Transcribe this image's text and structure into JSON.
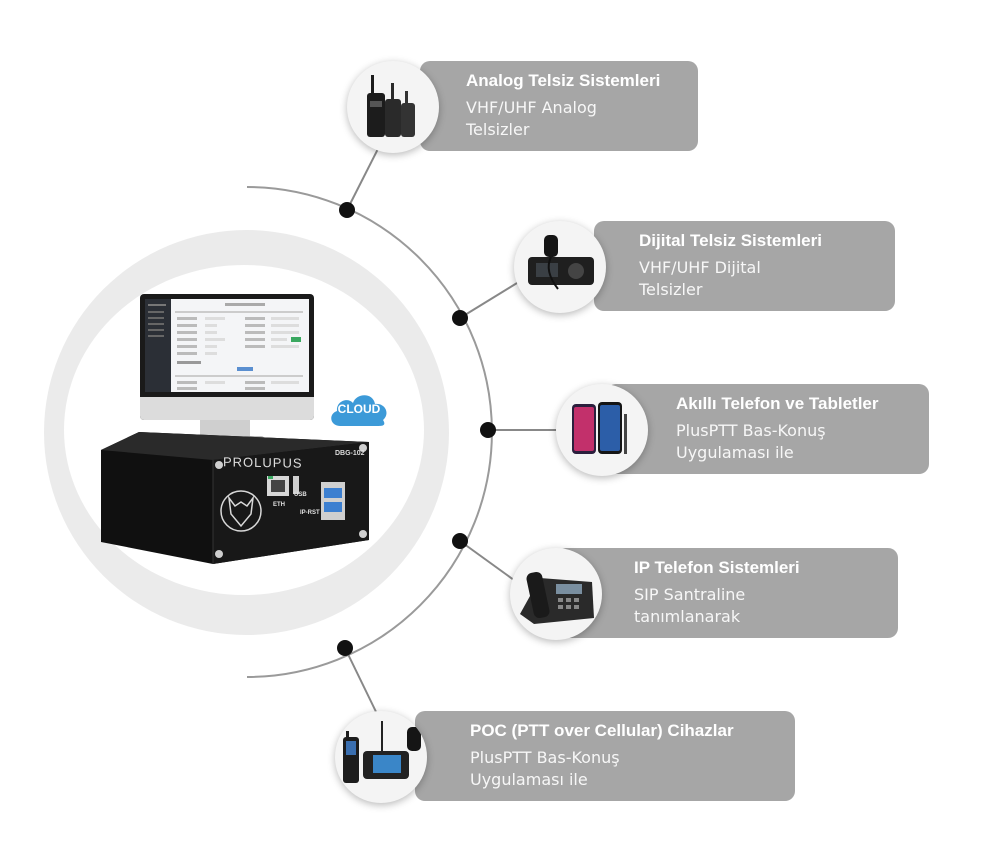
{
  "hub": {
    "device_brand": "PROLUPUS",
    "device_model": "DBG-102",
    "port_eth": "ETH",
    "port_usb": "USB",
    "port_reset": "IP-RST",
    "cloud_label": "CLOUD"
  },
  "items": [
    {
      "title": "Analog Telsiz Sistemleri",
      "subtitle": "VHF/UHF Analog\nTelsizler",
      "icon": "walkie-talkies-icon"
    },
    {
      "title": "Dijital Telsiz Sistemleri",
      "subtitle": "VHF/UHF Dijital\n Telsizler",
      "icon": "mobile-radio-icon"
    },
    {
      "title": "Akıllı Telefon ve Tabletler",
      "subtitle": "PlusPTT Bas-Konuş\nUygulaması ile",
      "icon": "smartphones-icon"
    },
    {
      "title": "IP Telefon Sistemleri",
      "subtitle": "SIP Santraline\ntanımlanarak",
      "icon": "ip-phone-icon"
    },
    {
      "title": "POC (PTT over Cellular) Cihazlar",
      "subtitle": "PlusPTT Bas-Konuş\nUygulaması ile",
      "icon": "poc-devices-icon"
    }
  ],
  "colors": {
    "card": "#a6a6a6",
    "hub_ring": "#ebebeb",
    "arc": "#9a9a9a",
    "node": "#111111",
    "cloud": "#3c9ad8"
  }
}
